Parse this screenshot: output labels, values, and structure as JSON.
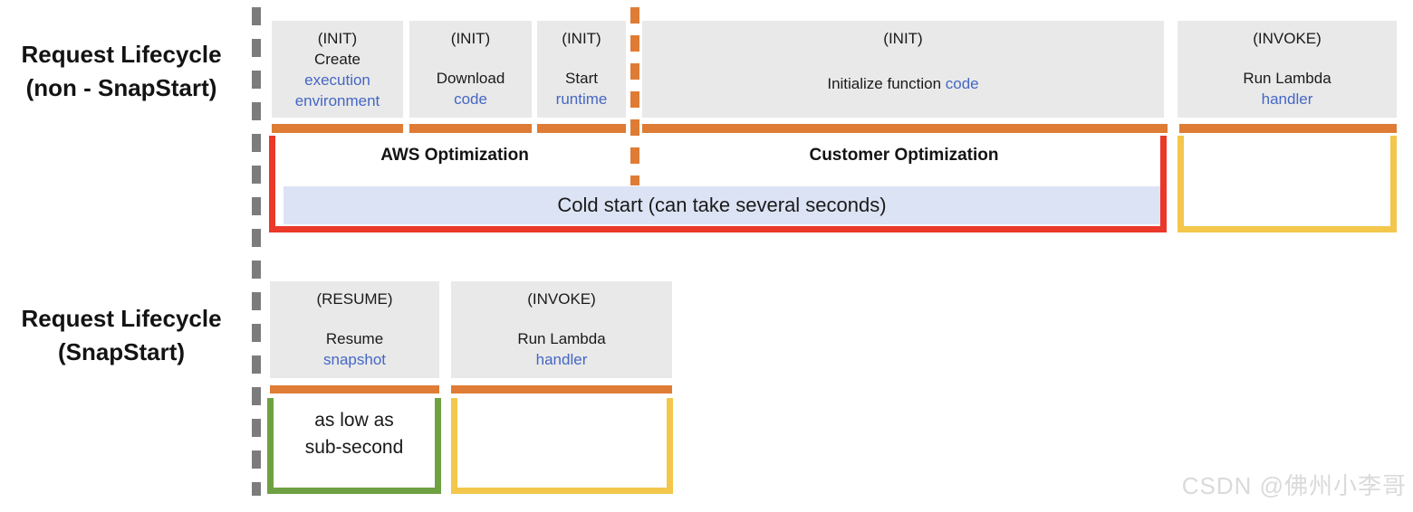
{
  "non_snapstart": {
    "label_line1": "Request Lifecycle",
    "label_line2": "(non - SnapStart)",
    "boxes": {
      "create_env": {
        "phase": "(INIT)",
        "action": "Create",
        "target": "execution environment"
      },
      "download_code": {
        "phase": "(INIT)",
        "action": "Download",
        "target": "code"
      },
      "start_runtime": {
        "phase": "(INIT)",
        "action": "Start",
        "target": "runtime"
      },
      "init_function": {
        "phase": "(INIT)",
        "action": "Initialize function",
        "target": "code"
      },
      "run_handler": {
        "phase": "(INVOKE)",
        "action": "Run Lambda",
        "target": "handler"
      }
    },
    "aws_optimization_label": "AWS Optimization",
    "customer_optimization_label": "Customer Optimization",
    "cold_start_label": "Cold start (can take several seconds)"
  },
  "snapstart": {
    "label_line1": "Request Lifecycle",
    "label_line2": "(SnapStart)",
    "boxes": {
      "resume_snapshot": {
        "phase": "(RESUME)",
        "action": "Resume",
        "target": "snapshot"
      },
      "run_handler": {
        "phase": "(INVOKE)",
        "action": "Run Lambda",
        "target": "handler"
      }
    },
    "benefit_line1": "as low as",
    "benefit_line2": "sub-second"
  },
  "watermark": "CSDN @佛州小李哥",
  "colors": {
    "orange": "#DE7C35",
    "red": "#EA3829",
    "yellow": "#F2C74C",
    "green": "#6FA142",
    "link_blue": "#4567C4",
    "box_gray": "#E9E9E9",
    "cold_start_bg": "#DCE3F4",
    "dash_gray": "#7C7C7C"
  }
}
